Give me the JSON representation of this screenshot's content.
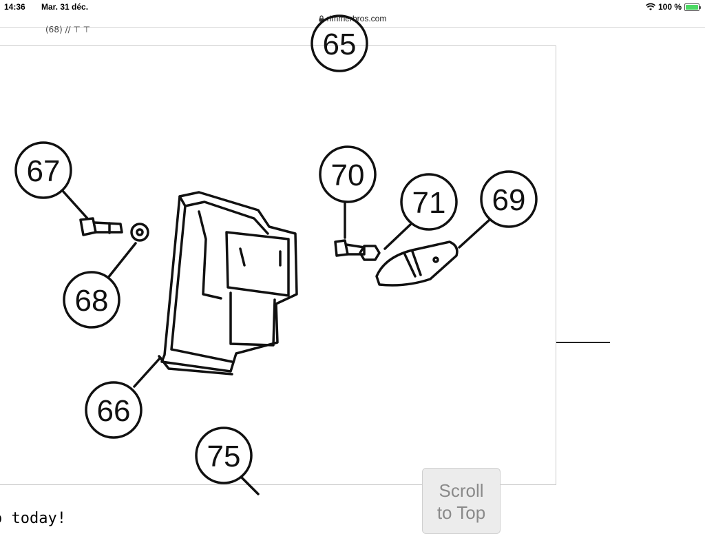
{
  "status_bar": {
    "time": "14:36",
    "date": "Mar. 31 déc.",
    "battery": "100 %",
    "battery_level": 1.0
  },
  "browser": {
    "url": "rimmerbros.com"
  },
  "page": {
    "top_crumb": "(68) // ⊤ ⊤",
    "bottom_text": "o today!",
    "scroll_button": {
      "line1": "Scroll",
      "line2": "to Top"
    }
  },
  "diagram": {
    "callouts": [
      {
        "id": "67",
        "label": "67"
      },
      {
        "id": "68",
        "label": "68"
      },
      {
        "id": "66",
        "label": "66"
      },
      {
        "id": "70",
        "label": "70"
      },
      {
        "id": "71",
        "label": "71"
      },
      {
        "id": "69",
        "label": "69"
      },
      {
        "id": "75",
        "label": "75"
      },
      {
        "id": "65",
        "label": "65"
      }
    ]
  },
  "colors": {
    "line": "#111111",
    "battery": "#4cd964",
    "button_bg": "#ececec",
    "button_text": "#8a8a8a"
  }
}
